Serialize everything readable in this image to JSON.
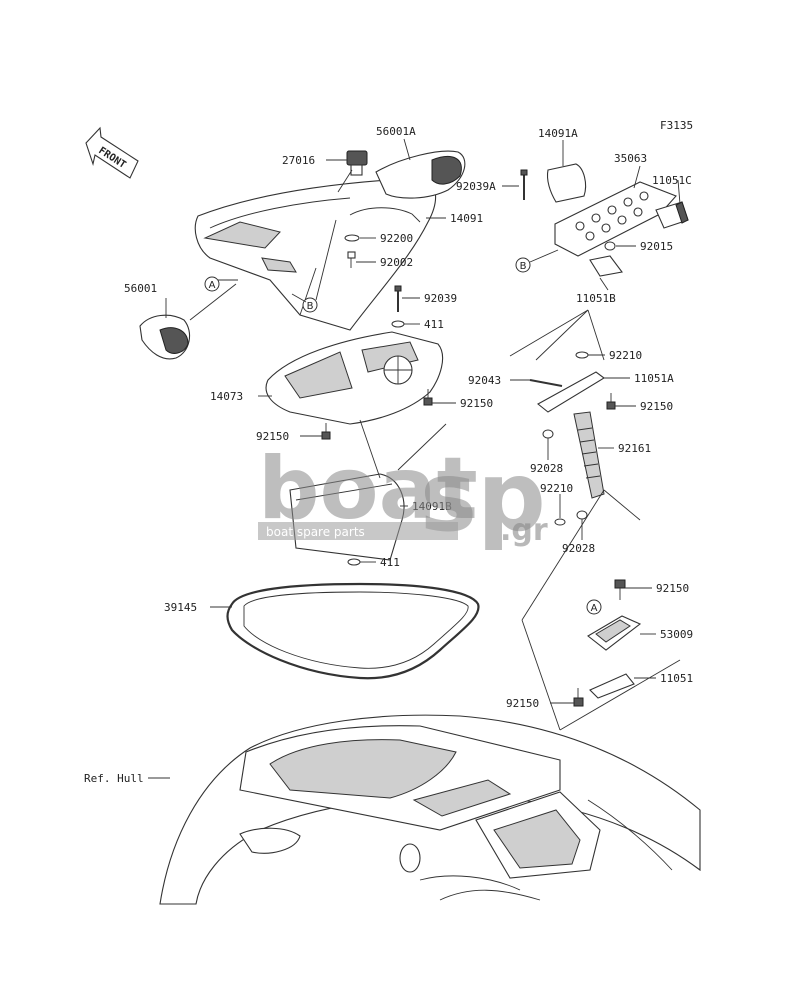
{
  "figure_code": "F3135",
  "front_label": "FRONT",
  "callouts": {
    "A": "A",
    "B": "B"
  },
  "parts": {
    "p56001A": "56001A",
    "p14091A": "14091A",
    "p35063": "35063",
    "p27016": "27016",
    "p92039A": "92039A",
    "p11051C": "11051C",
    "p14091": "14091",
    "p92200": "92200",
    "p92002": "92002",
    "p92015": "92015",
    "p56001": "56001",
    "p11051B": "11051B",
    "p92039": "92039",
    "p411a": "411",
    "p92210a": "92210",
    "p14073": "14073",
    "p92043": "92043",
    "p11051A": "11051A",
    "p92150a": "92150",
    "p92150b": "92150",
    "p92150c": "92150",
    "p92161": "92161",
    "p92028a": "92028",
    "p92210b": "92210",
    "p14091B": "14091B",
    "p92028b": "92028",
    "p411b": "411",
    "p92150d": "92150",
    "p39145": "39145",
    "p53009": "53009",
    "p11051": "11051",
    "p92150e": "92150",
    "refHull": "Ref. Hull"
  },
  "watermark": {
    "brand": "boat",
    "brand2": "sp",
    "domain": ".gr",
    "tagline": "boat spare parts"
  }
}
